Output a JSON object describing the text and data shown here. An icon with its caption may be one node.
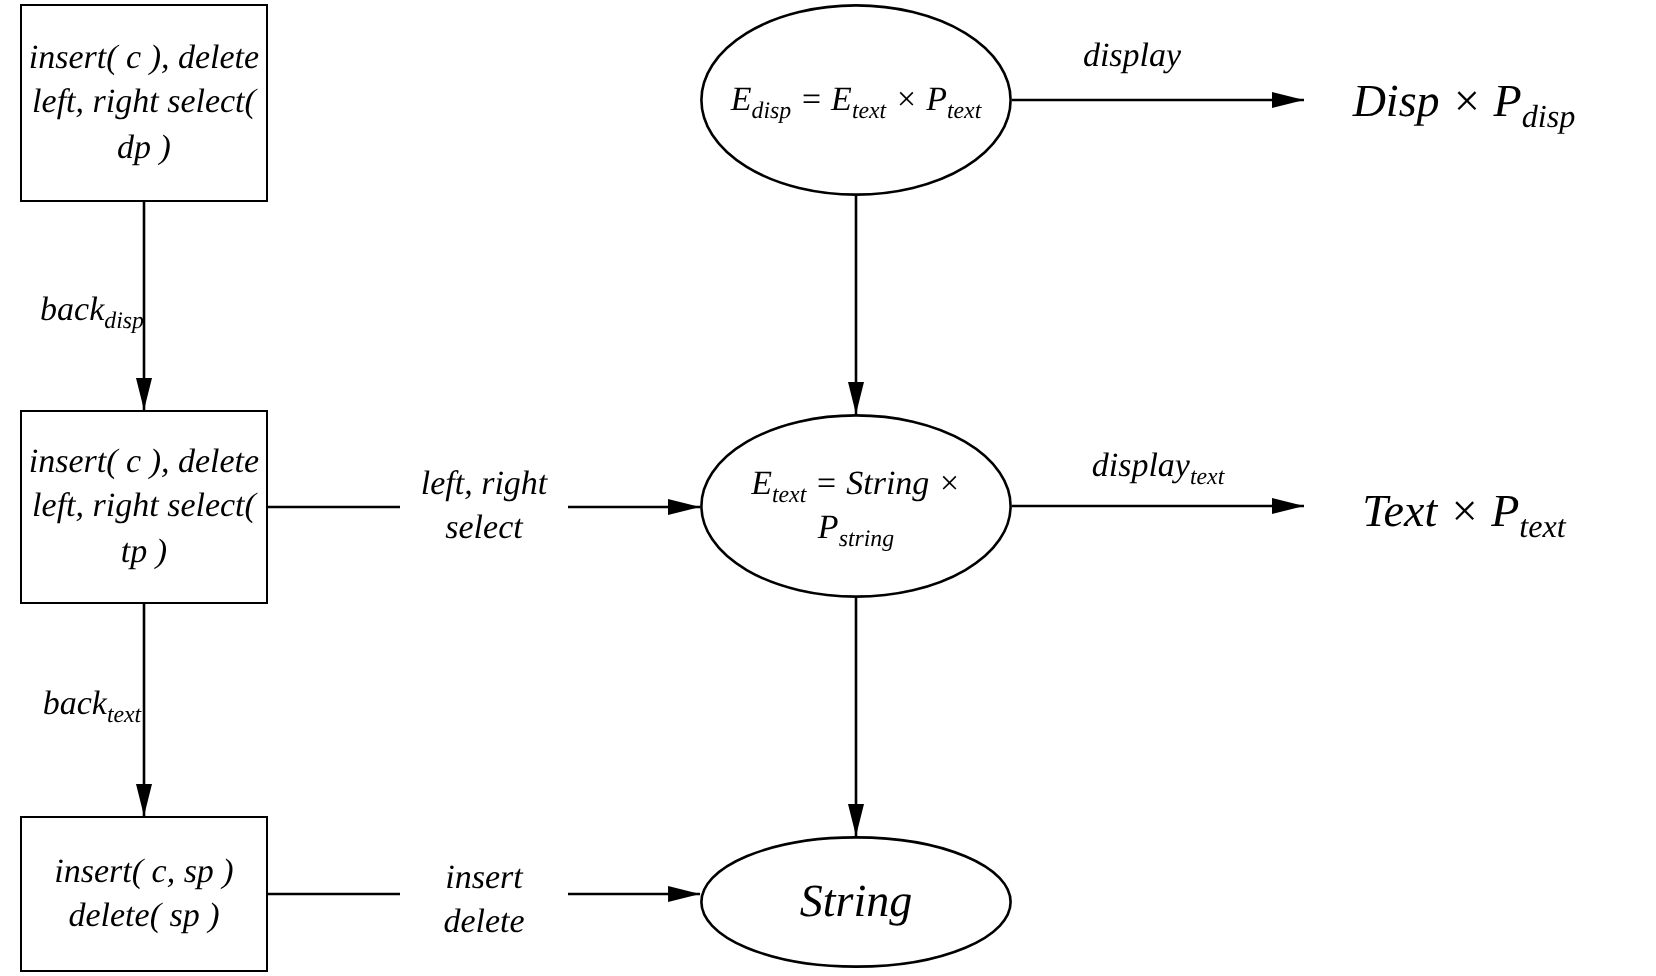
{
  "diagram": {
    "nodes": [
      {
        "text": [
          "insert( c ), delete left, right select( dp )"
        ]
      },
      {
        "text": [
          "E$_{disp}$ = E$_{text}$ × P$_{text}$"
        ]
      },
      {
        "text": [
          "Disp × P$_{disp}$"
        ]
      },
      {
        "text": [
          "insert( c ), delete left, right select( tp )"
        ]
      },
      {
        "text": [
          "E$_{text}$ = String × P$_{string}$"
        ]
      },
      {
        "text": [
          "Text × P$_{text}$"
        ]
      },
      {
        "text": [
          "insert( c, sp ) delete( sp )"
        ]
      },
      {
        "text": [
          "String"
        ]
      }
    ],
    "edges": [
      {
        "from": 1,
        "to": 2,
        "arrow": "to",
        "label": "display"
      },
      {
        "from": 0,
        "to": 3,
        "arrow": "to",
        "label": "back$_{disp}$"
      },
      {
        "from": 1,
        "to": 4,
        "arrow": "to"
      },
      {
        "from": 3,
        "to": 4,
        "arrow": "to",
        "label": "left, right select"
      },
      {
        "from": 4,
        "to": 5,
        "arrow": "to",
        "label": "display$_{text}$"
      },
      {
        "from": 3,
        "to": 6,
        "arrow": "to",
        "label": "back$_{text}$"
      },
      {
        "from": 4,
        "to": 7,
        "arrow": "to"
      },
      {
        "from": 6,
        "to": 7,
        "arrow": "to",
        "label": "insert delete"
      }
    ]
  }
}
